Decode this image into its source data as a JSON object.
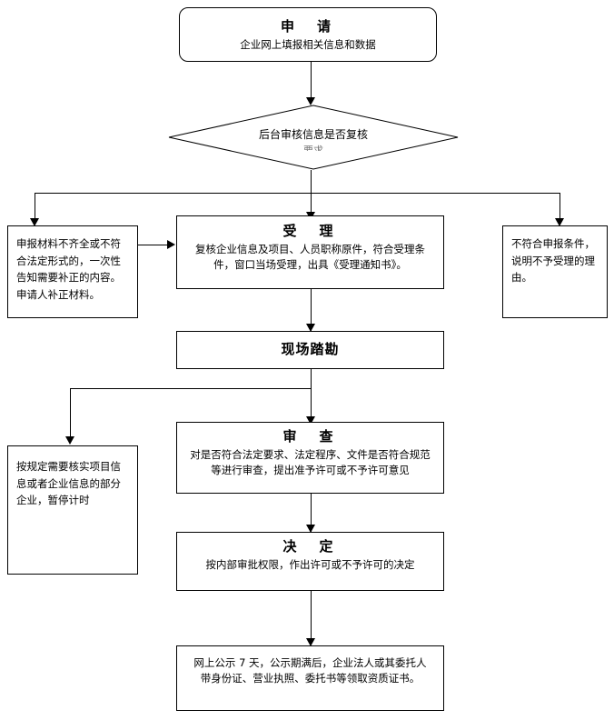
{
  "diagram": {
    "type": "flowchart",
    "orientation": "top-to-bottom",
    "language": "zh-CN",
    "background_color": "#ffffff",
    "line_color": "#000000",
    "text_color": "#000000"
  },
  "nodes": {
    "apply": {
      "shape": "rounded-rectangle",
      "title": "申　请",
      "body": "企业网上填报相关信息和数据"
    },
    "review_decision": {
      "shape": "diamond",
      "label": "后台审核信息是否复核",
      "sublabel": "要求"
    },
    "supplement_note": {
      "shape": "rectangle",
      "body": "申报材料不齐全或不符\n合法定形式的，一次性\n告知需要补正的内容。\n申请人补正材料。"
    },
    "accept": {
      "shape": "rectangle",
      "title": "受　理",
      "body": "复核企业信息及项目、人员职称原件，符合受理条\n件，窗口当场受理，出具《受理通知书》。"
    },
    "reject_note": {
      "shape": "rectangle",
      "body": "不符合申报条件，\n说明不予受理的理\n由。"
    },
    "site_survey": {
      "shape": "rectangle",
      "title": "现场踏勘"
    },
    "pause_note": {
      "shape": "rectangle",
      "body": "按规定需要核实项目信\n息或者企业信息的部分\n企业，暂停计时"
    },
    "examine": {
      "shape": "rectangle",
      "title": "审　查",
      "body": "对是否符合法定要求、法定程序、文件是否符合规范\n等进行审查，提出准予许可或不予许可意见"
    },
    "decide": {
      "shape": "rectangle",
      "title": "决　定",
      "body": "按内部审批权限，作出许可或不予许可的决定"
    },
    "publicize": {
      "shape": "rectangle",
      "body": "网上公示 7 天，公示期满后，企业法人或其委托人\n带身份证、营业执照、委托书等领取资质证书。"
    }
  },
  "connectors": [
    {
      "name": "apply-to-decision",
      "from": "apply",
      "to": "review_decision",
      "style": "arrow-down"
    },
    {
      "name": "decision-to-fanout",
      "from": "review_decision",
      "to": "fanout-bus",
      "style": "line"
    },
    {
      "name": "fanout-to-supplement",
      "from": "fanout-bus",
      "to": "supplement_note",
      "style": "arrow-down"
    },
    {
      "name": "fanout-to-accept",
      "from": "fanout-bus",
      "to": "accept",
      "style": "arrow-down"
    },
    {
      "name": "fanout-to-reject",
      "from": "fanout-bus",
      "to": "reject_note",
      "style": "arrow-down"
    },
    {
      "name": "supplement-to-accept",
      "from": "supplement_note",
      "to": "accept",
      "style": "arrow-right"
    },
    {
      "name": "accept-to-site-survey",
      "from": "accept",
      "to": "site_survey",
      "style": "arrow-down"
    },
    {
      "name": "site-survey-to-branch",
      "from": "site_survey",
      "to": "branch-bus",
      "style": "line"
    },
    {
      "name": "branch-to-pause",
      "from": "branch-bus",
      "to": "pause_note",
      "style": "arrow-down"
    },
    {
      "name": "branch-to-examine",
      "from": "branch-bus",
      "to": "examine",
      "style": "arrow-down"
    },
    {
      "name": "examine-to-decide",
      "from": "examine",
      "to": "decide",
      "style": "arrow-down"
    },
    {
      "name": "decide-to-publicize",
      "from": "decide",
      "to": "publicize",
      "style": "arrow-down"
    }
  ]
}
